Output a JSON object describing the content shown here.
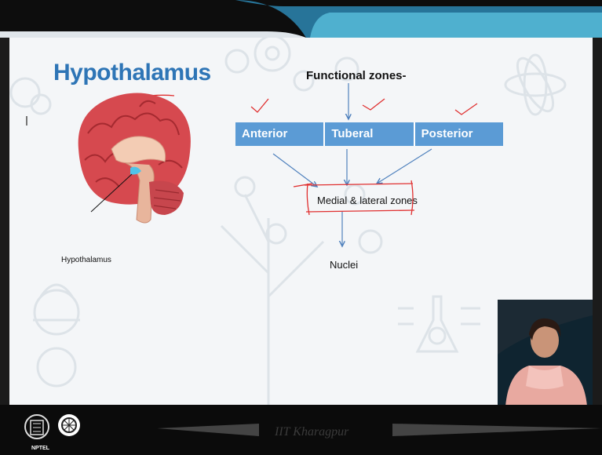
{
  "slide": {
    "title": "Hypothalamus",
    "functional_zones_title": "Functional zones-",
    "zones": [
      "Anterior",
      "Tuberal",
      "Posterior"
    ],
    "medial_lateral_label": "Medial & lateral zones",
    "nuclei_label": "Nuclei",
    "brain_label": "Hypothalamus"
  },
  "footer": {
    "institute": "IIT Kharagpur",
    "logo_text": "NPTEL"
  },
  "colors": {
    "title_blue": "#2e75b6",
    "zone_bar": "#5b9bd5",
    "arrow_blue": "#4f81bd",
    "annotation_red": "#e03030"
  },
  "icons": [
    "brain-illustration",
    "iit-logo-icon",
    "nptel-logo-icon",
    "presenter-video"
  ]
}
